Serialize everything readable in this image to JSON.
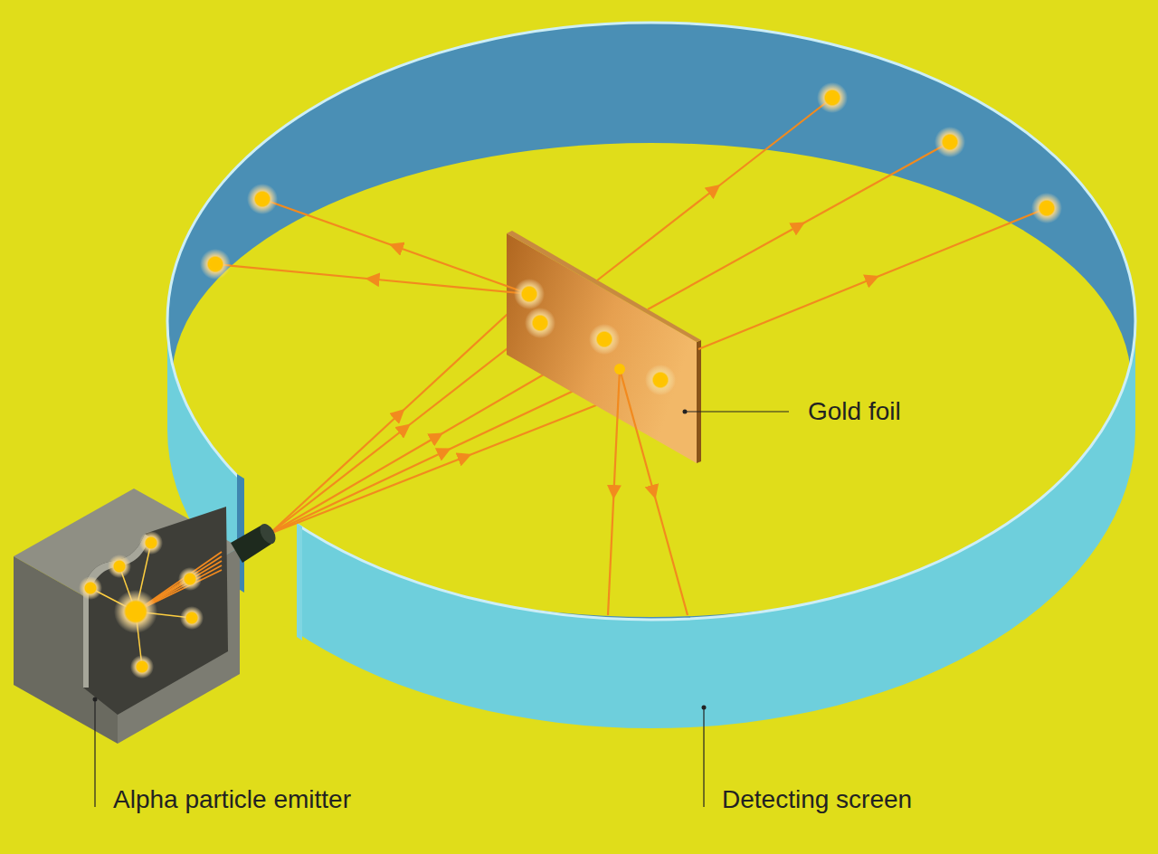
{
  "diagram": {
    "labels": [
      "Gold foil",
      "Alpha particle emitter",
      "Detecting screen"
    ]
  }
}
